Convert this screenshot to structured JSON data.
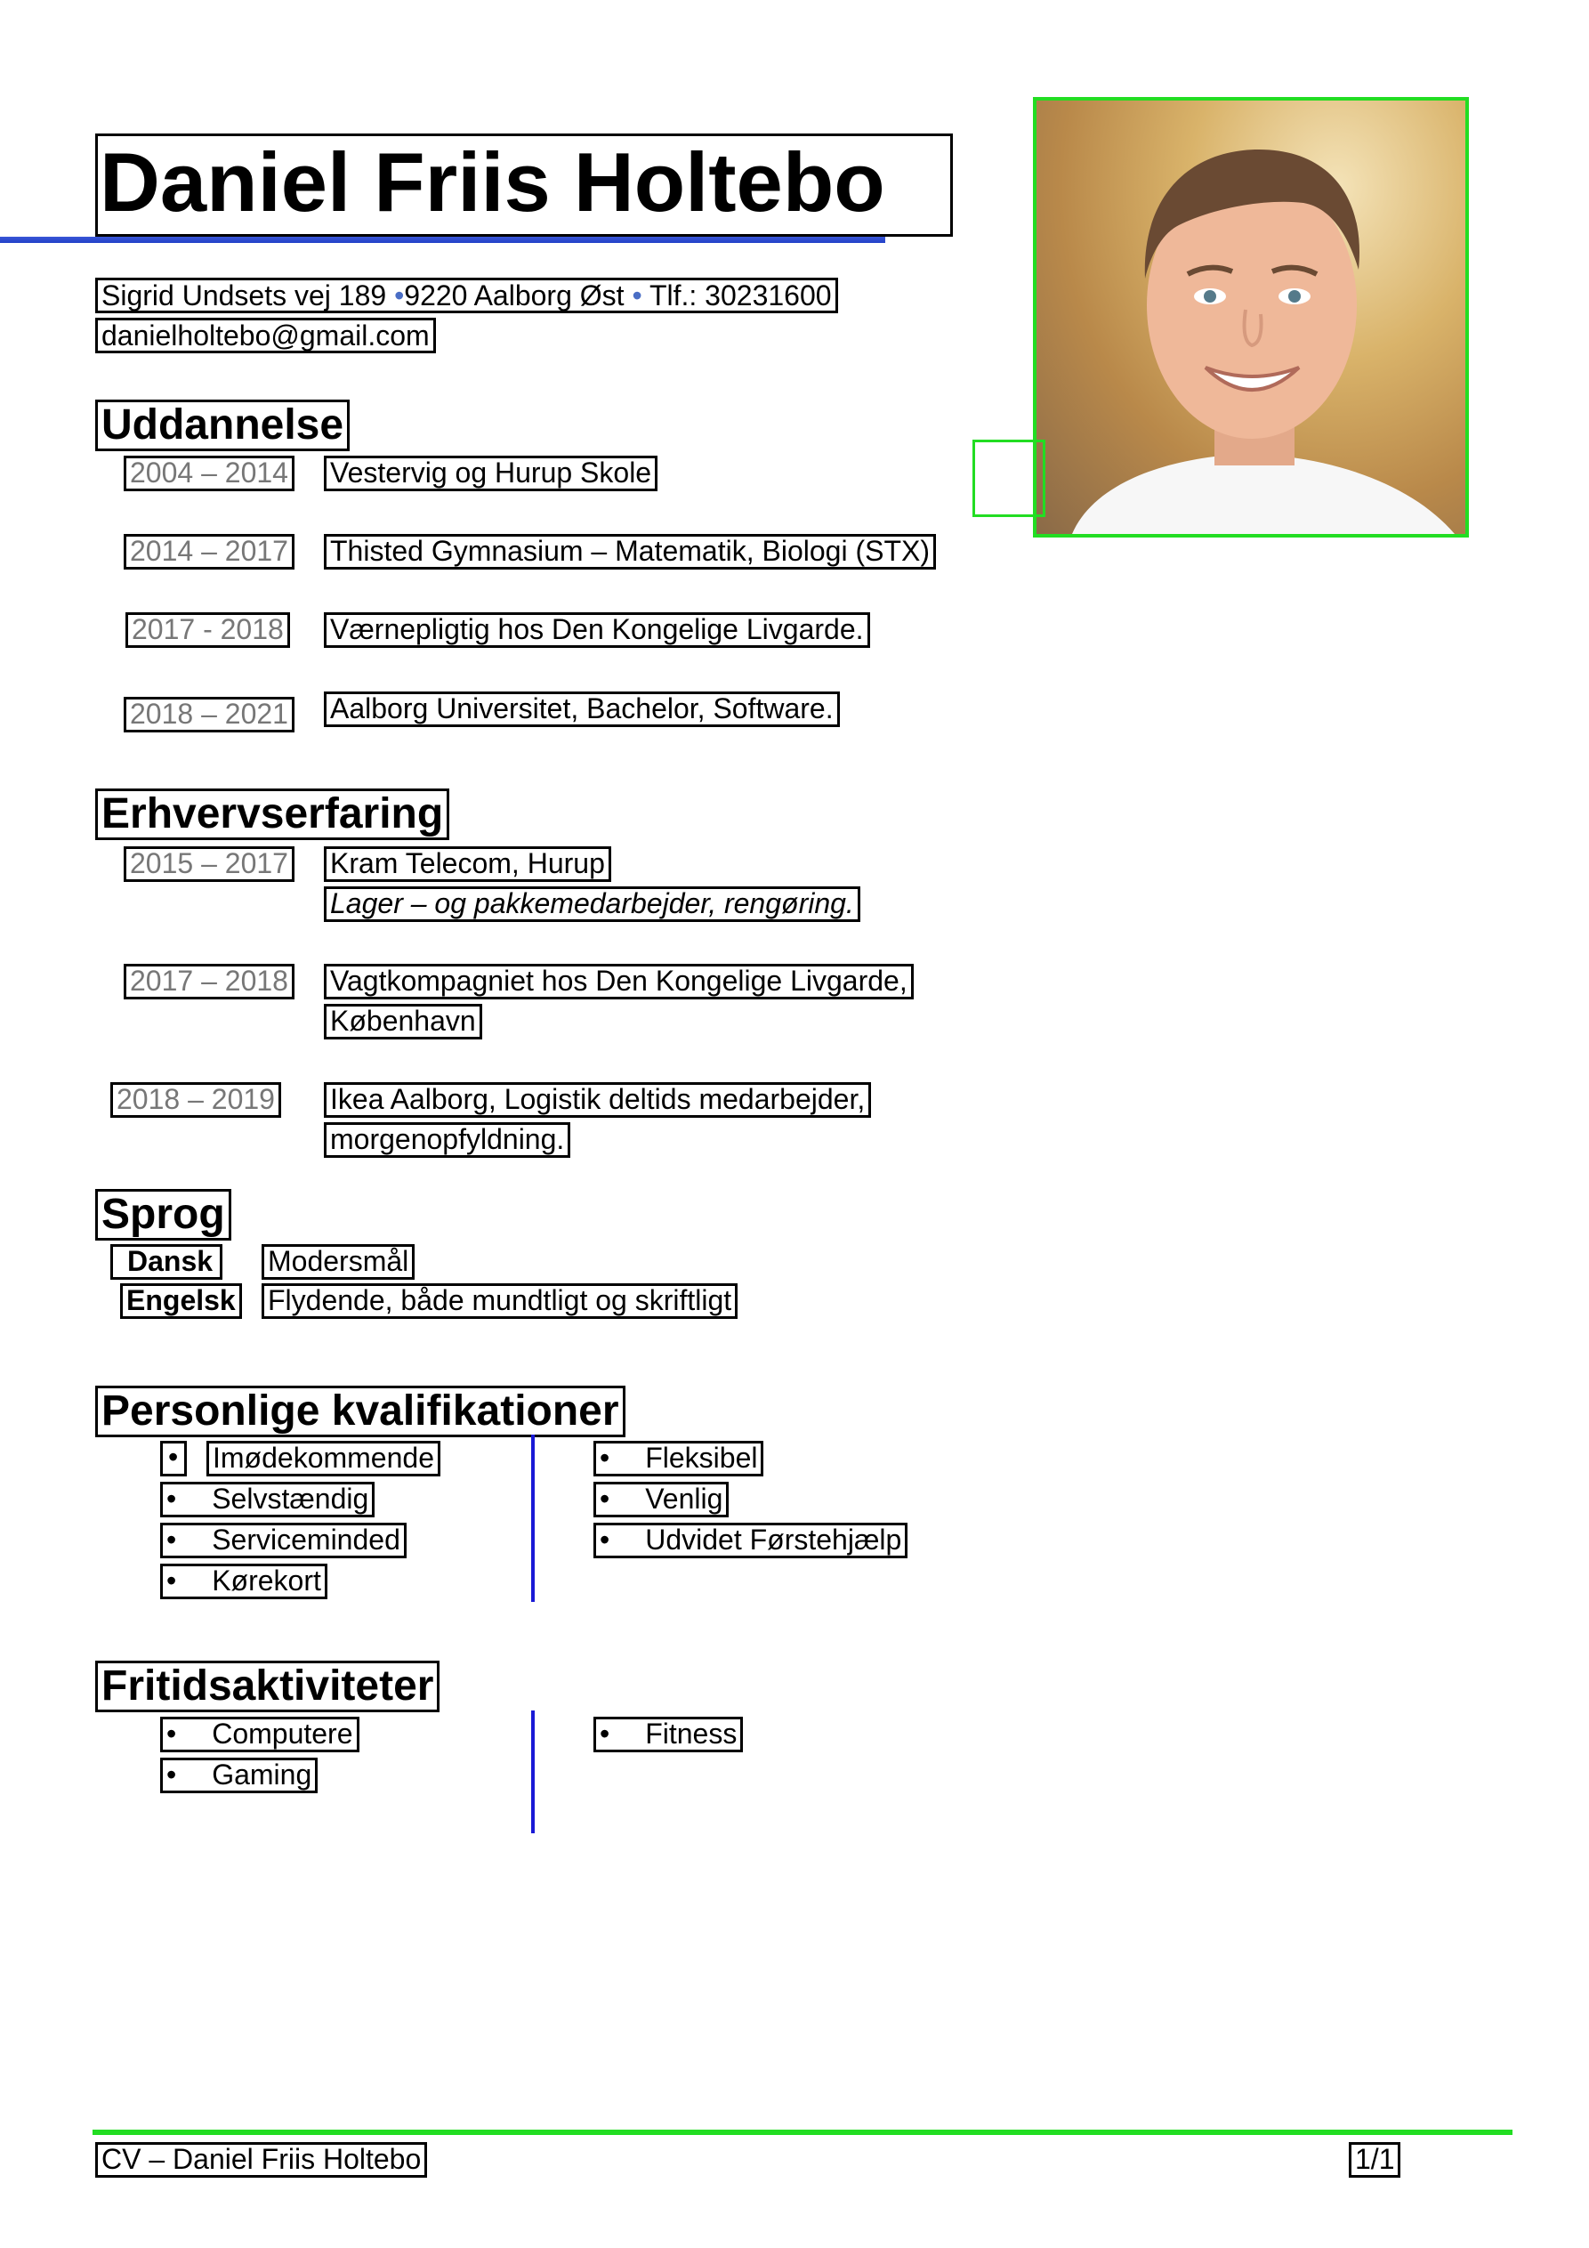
{
  "header": {
    "name": "Daniel Friis Holtebo",
    "address": "Sigrid Undsets vej 189",
    "city": "9220 Aalborg Øst",
    "phone": "Tlf.: 30231600",
    "email": "danielholtebo@gmail.com"
  },
  "education": {
    "heading": "Uddannelse",
    "items": [
      {
        "years": "2004 – 2014",
        "text": "Vestervig og Hurup Skole"
      },
      {
        "years": "2014 – 2017",
        "text": "Thisted Gymnasium – Matematik, Biologi (STX)"
      },
      {
        "years": "2017 - 2018",
        "text": "Værnepligtig hos Den Kongelige Livgarde."
      },
      {
        "years": "2018 – 2021",
        "text": "Aalborg Universitet, Bachelor, Software."
      }
    ]
  },
  "experience": {
    "heading": "Erhvervserfaring",
    "items": [
      {
        "years": "2015 – 2017",
        "line1": "Kram Telecom, Hurup",
        "line2": "Lager – og pakkemedarbejder, rengøring."
      },
      {
        "years": "2017 – 2018",
        "line1": "Vagtkompagniet hos Den Kongelige Livgarde,",
        "line2": "København"
      },
      {
        "years": "2018 – 2019",
        "line1": "Ikea Aalborg, Logistik deltids medarbejder,",
        "line2": "morgenopfyldning."
      }
    ]
  },
  "languages": {
    "heading": "Sprog",
    "items": [
      {
        "lang": "Dansk",
        "level": "Modersmål"
      },
      {
        "lang": "Engelsk",
        "level": "Flydende, både mundtligt og skriftligt"
      }
    ]
  },
  "qualifications": {
    "heading": "Personlige kvalifikationer",
    "left": [
      "Imødekommende",
      "Selvstændig",
      "Serviceminded",
      "Kørekort"
    ],
    "right": [
      "Fleksibel",
      "Venlig",
      "Udvidet Førstehjælp"
    ]
  },
  "hobbies": {
    "heading": "Fritidsaktiviteter",
    "left": [
      "Computere",
      "Gaming"
    ],
    "right": [
      "Fitness"
    ]
  },
  "footer": {
    "left": "CV – Daniel Friis Holtebo",
    "page": "1/1"
  },
  "colors": {
    "accent_blue": "#2140c8",
    "box_green": "#22dd22",
    "year_gray": "#777777"
  }
}
